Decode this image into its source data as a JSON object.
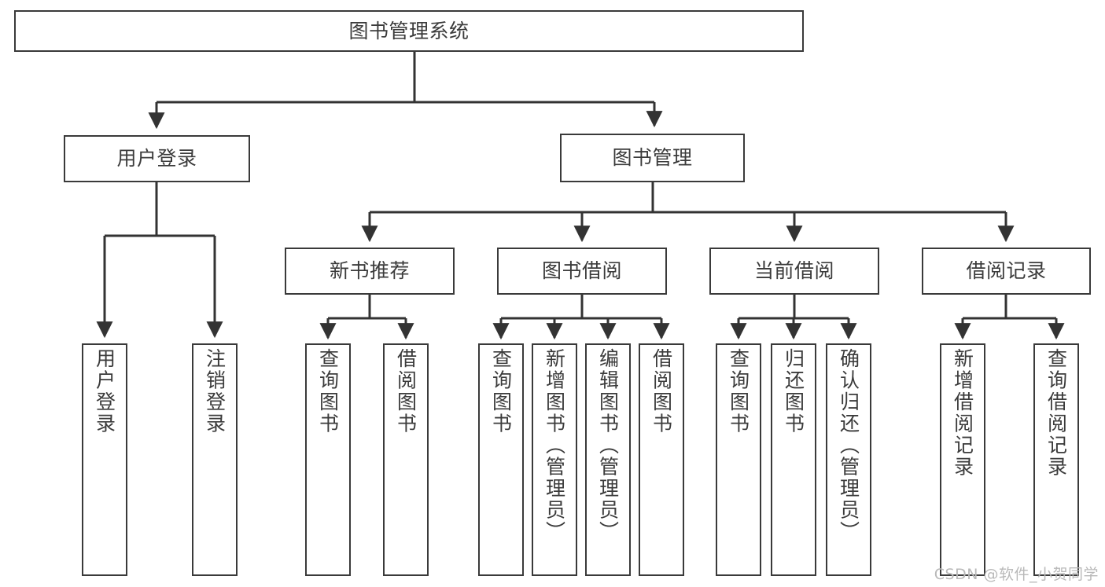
{
  "diagram": {
    "type": "tree-hierarchy",
    "title": "图书管理系统",
    "watermark": "CSDN @软件_小贺同学",
    "colors": {
      "box_border": "#3a3a3a",
      "box_fill": "#ffffff",
      "text": "#3b3b3b",
      "connector": "#333333",
      "background": "#ffffff",
      "watermark": "#b9b9b9"
    },
    "levels": {
      "root": "图书管理系统",
      "level2": [
        "用户登录",
        "图书管理"
      ],
      "level3": [
        "新书推荐",
        "图书借阅",
        "当前借阅",
        "借阅记录"
      ]
    },
    "nodes": {
      "root": {
        "label": "图书管理系统"
      },
      "user_login": {
        "label": "用户登录"
      },
      "book_manage": {
        "label": "图书管理"
      },
      "new_book_rec": {
        "label": "新书推荐"
      },
      "book_borrow": {
        "label": "图书借阅"
      },
      "current_borrow": {
        "label": "当前借阅"
      },
      "borrow_record": {
        "label": "借阅记录"
      }
    },
    "leaves": {
      "user_login_children": [
        {
          "label": "用户登录"
        },
        {
          "label": "注销登录"
        }
      ],
      "new_book_rec_children": [
        {
          "label": "查询图书"
        },
        {
          "label": "借阅图书"
        }
      ],
      "book_borrow_children": [
        {
          "label": "查询图书"
        },
        {
          "label": "新增图书（管理员）"
        },
        {
          "label": "编辑图书（管理员）"
        },
        {
          "label": "借阅图书"
        }
      ],
      "current_borrow_children": [
        {
          "label": "查询图书"
        },
        {
          "label": "归还图书"
        },
        {
          "label": "确认归还（管理员）"
        }
      ],
      "borrow_record_children": [
        {
          "label": "新增借阅记录"
        },
        {
          "label": "查询借阅记录"
        }
      ]
    }
  }
}
